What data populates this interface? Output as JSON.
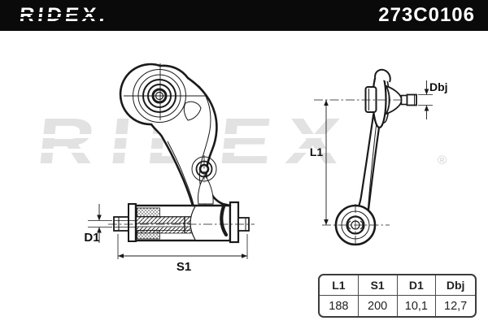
{
  "header": {
    "brand": "RIDEX.",
    "part_number": "273C0106",
    "bg_color": "#0a0a0a",
    "text_color": "#ffffff"
  },
  "watermark": {
    "text": "RIDEX",
    "registered_mark": "®",
    "color": "#e2e2e2"
  },
  "diagram": {
    "line_color": "#1a1a1a",
    "front_view": {
      "description": "front view of stabilizer link with bushing eye and horizontal sleeve bushing",
      "labels": {
        "d1": "D1",
        "s1": "S1"
      }
    },
    "side_view": {
      "description": "side profile with ball-joint stud at top and bushing eye at bottom",
      "labels": {
        "l1": "L1",
        "dbj": "Dbj"
      }
    }
  },
  "table": {
    "columns": [
      {
        "label": "L1",
        "value": "188"
      },
      {
        "label": "S1",
        "value": "200"
      },
      {
        "label": "D1",
        "value": "10,1"
      },
      {
        "label": "Dbj",
        "value": "12,7"
      }
    ]
  }
}
